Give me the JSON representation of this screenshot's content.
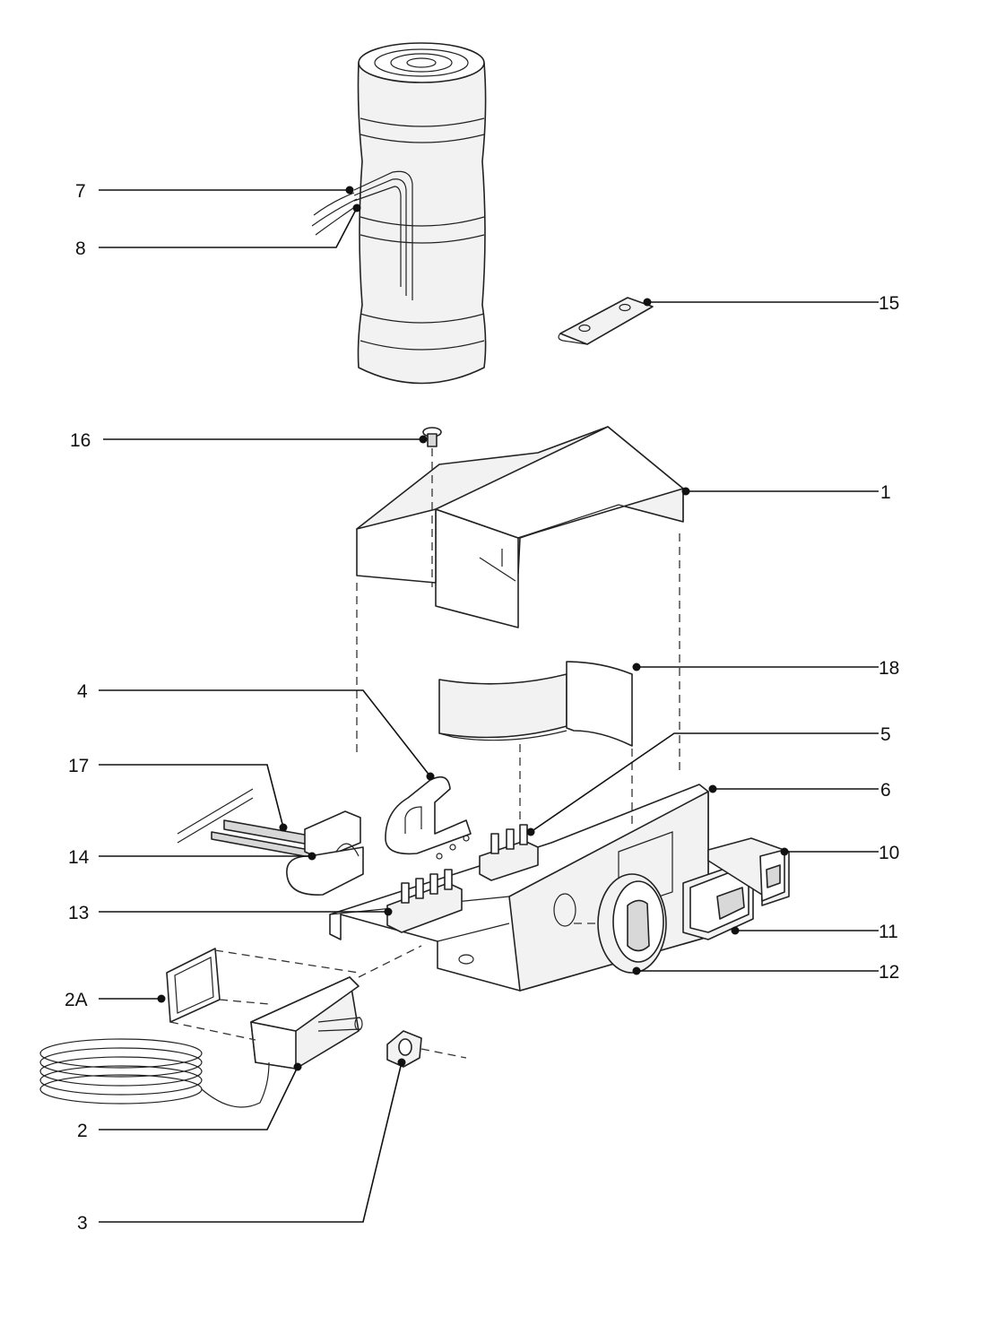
{
  "diagram": {
    "callouts": [
      "1",
      "2",
      "2A",
      "3",
      "4",
      "5",
      "6",
      "7",
      "8",
      "10",
      "11",
      "12",
      "13",
      "14",
      "15",
      "16",
      "17",
      "18"
    ]
  }
}
